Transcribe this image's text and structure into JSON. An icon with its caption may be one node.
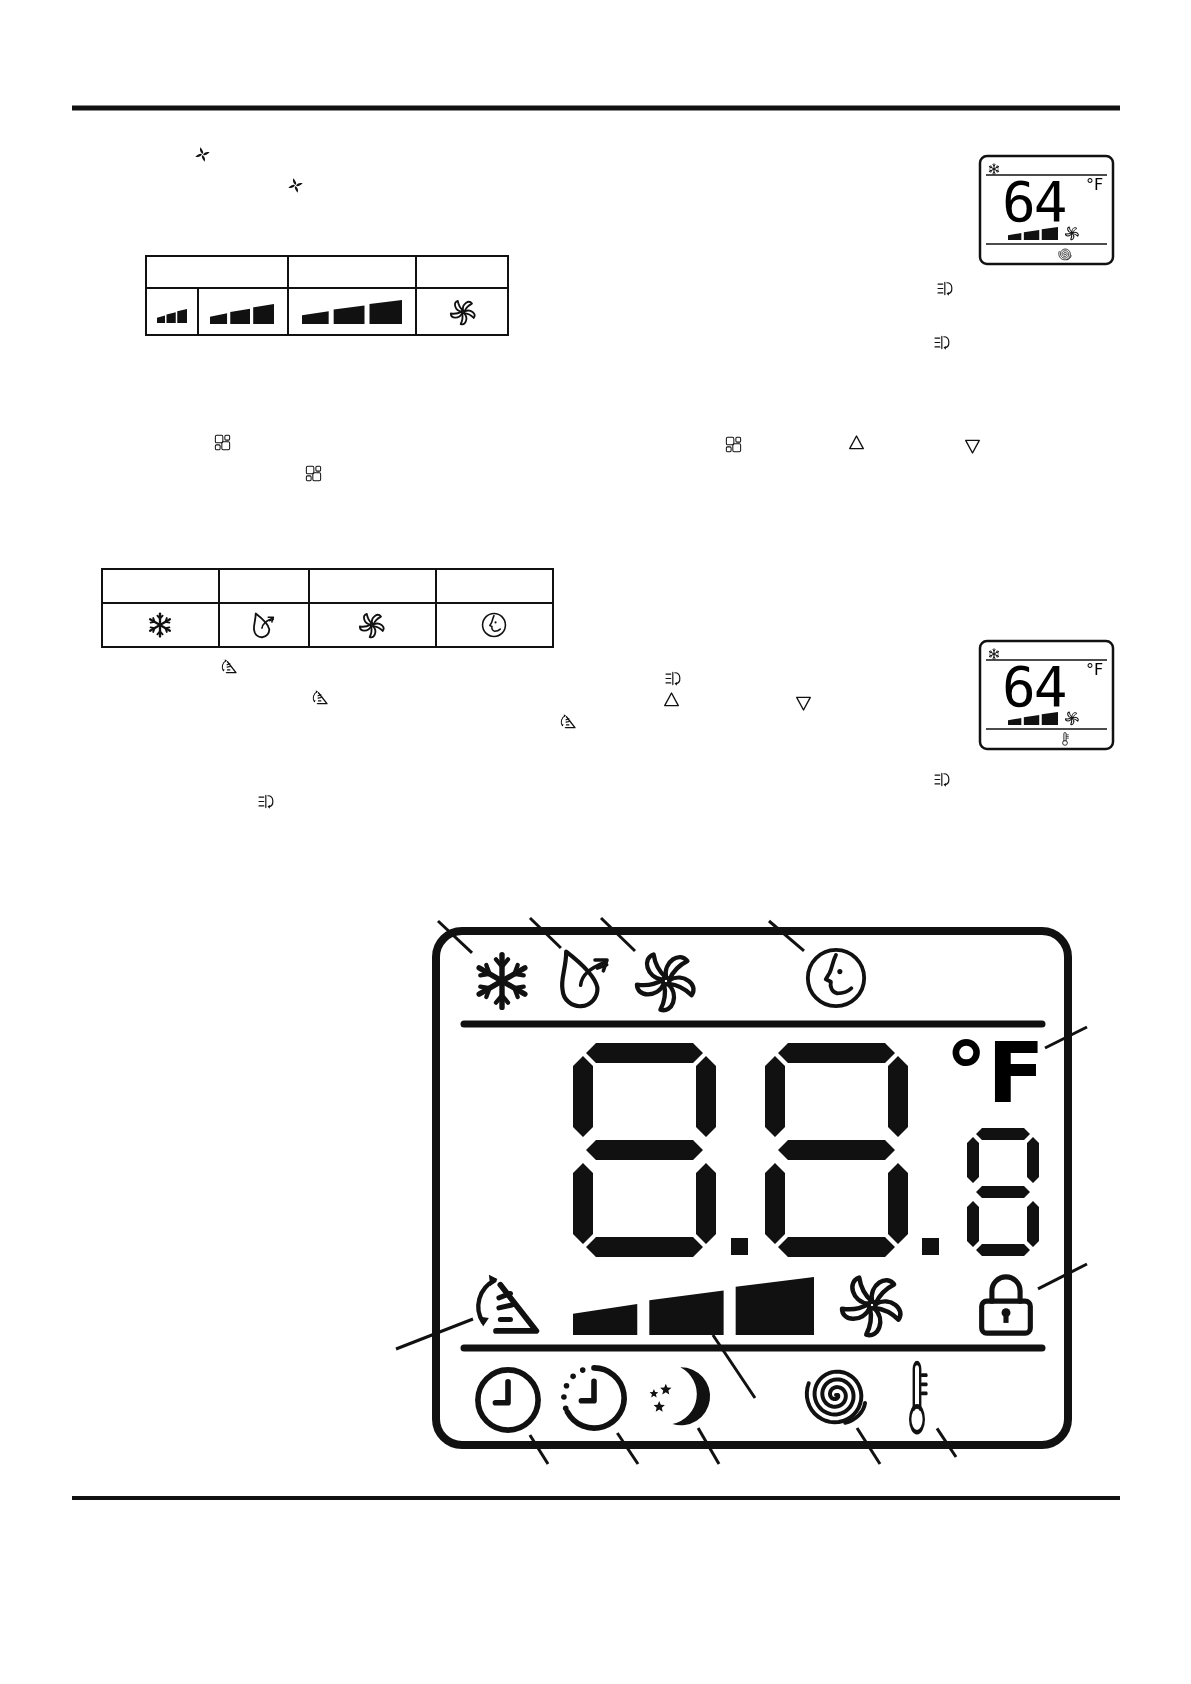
{
  "diagram": {
    "nodes": [
      {
        "text": [],
        "shape": "snowflake"
      },
      {
        "text": [],
        "shape": "drop"
      },
      {
        "text": [],
        "shape": "fan"
      },
      {
        "text": [],
        "shape": "face"
      },
      {
        "text": [
          "°F"
        ]
      },
      {
        "text": [],
        "shape": "swing"
      },
      {
        "text": [],
        "shape": "bar"
      },
      {
        "text": [],
        "shape": "lock"
      },
      {
        "text": [],
        "shape": "clock"
      },
      {
        "text": [],
        "shape": "timer"
      },
      {
        "text": [],
        "shape": "moon"
      },
      {
        "text": [],
        "shape": "spiral"
      },
      {
        "text": [],
        "shape": "thermometer"
      }
    ],
    "edges": [
      {
        "from": null,
        "to": 0,
        "arrow": "none"
      },
      {
        "from": null,
        "to": 1,
        "arrow": "none"
      },
      {
        "from": null,
        "to": 2,
        "arrow": "none"
      },
      {
        "from": null,
        "to": 3,
        "arrow": "none"
      },
      {
        "from": null,
        "to": 4,
        "arrow": "none"
      },
      {
        "from": null,
        "to": 7,
        "arrow": "none"
      },
      {
        "from": null,
        "to": 5,
        "arrow": "none"
      },
      {
        "from": null,
        "to": 6,
        "arrow": "none"
      },
      {
        "from": null,
        "to": 8,
        "arrow": "none"
      },
      {
        "from": null,
        "to": 9,
        "arrow": "none"
      },
      {
        "from": null,
        "to": 10,
        "arrow": "none"
      },
      {
        "from": null,
        "to": 11,
        "arrow": "none"
      },
      {
        "from": null,
        "to": 12,
        "arrow": "none"
      }
    ],
    "labels": [
      "64",
      "°F",
      "64",
      "°F"
    ]
  }
}
